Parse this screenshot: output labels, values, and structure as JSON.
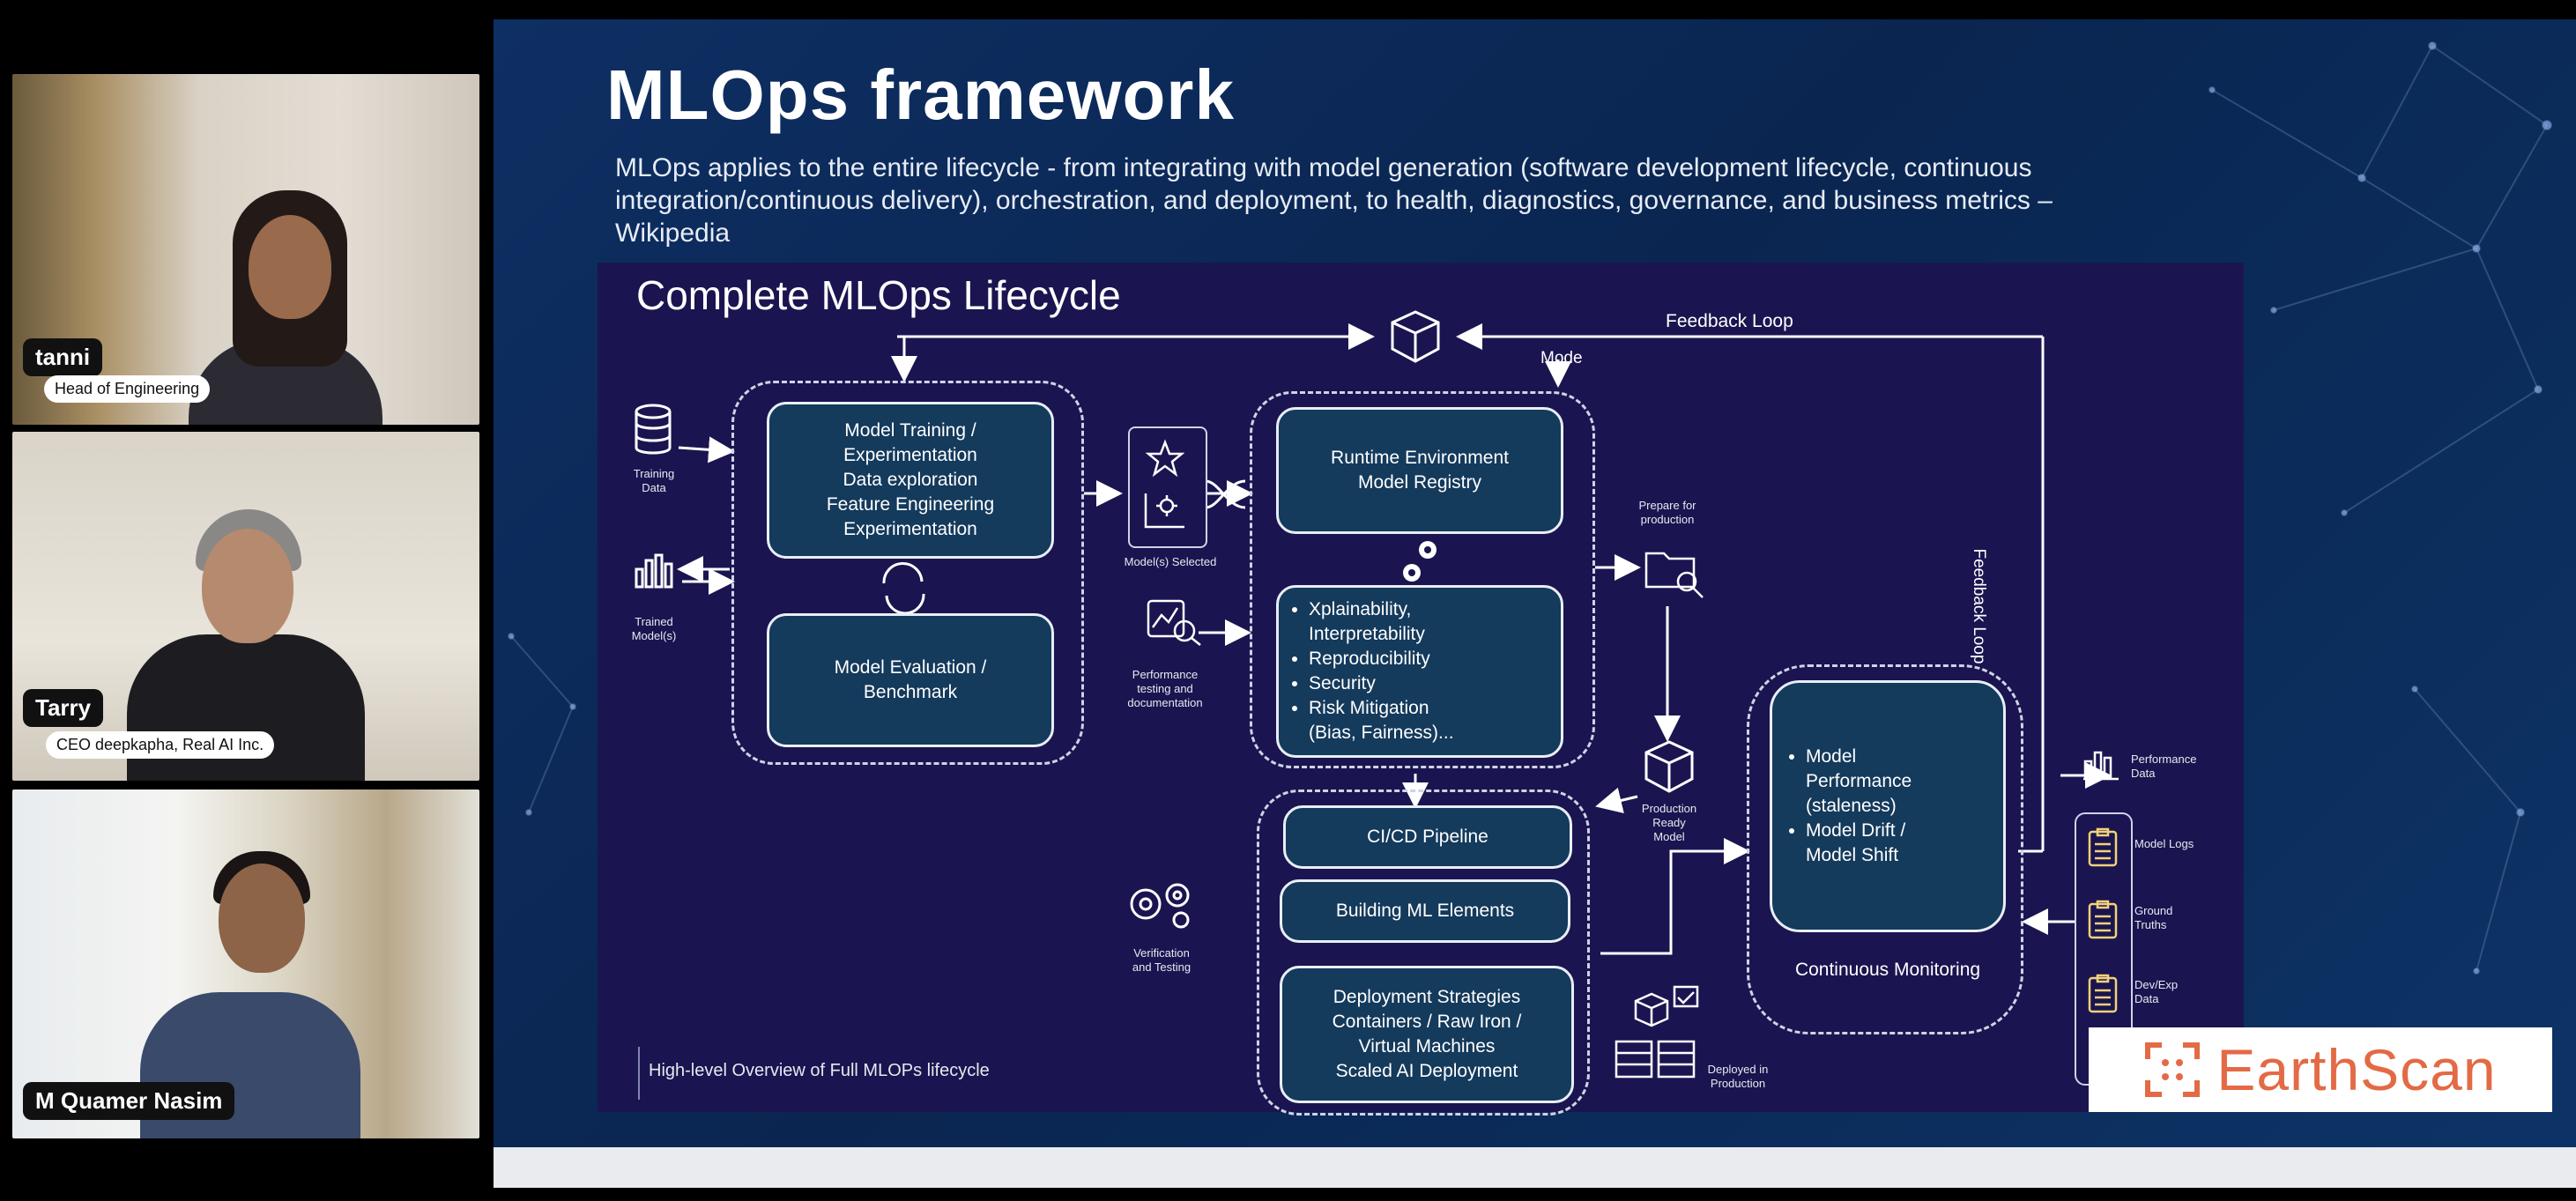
{
  "participants": [
    {
      "name": "tanni",
      "role": "Head of Engineering"
    },
    {
      "name": "Tarry",
      "role": "CEO deepkapha, Real AI Inc."
    },
    {
      "name": "M Quamer Nasim",
      "role": ""
    }
  ],
  "slide": {
    "title": "MLOps framework",
    "subtitle": "MLOps applies to the entire lifecycle - from integrating with model generation (software development lifecycle, continuous integration/continuous delivery), orchestration, and deployment, to health, diagnostics, governance, and business metrics – Wikipedia",
    "diagram": {
      "title": "Complete MLOps Lifecycle",
      "feedback_loop_top": "Feedback Loop",
      "feedback_loop_side": "Feedback Loop",
      "mode_label": "Mode",
      "training_data": "Training\nData",
      "trained_models": "Trained\nModel(s)",
      "box_training": "Model Training /\nExperimentation\nData exploration\nFeature Engineering\nExperimentation",
      "box_evaluation": "Model Evaluation /\nBenchmark",
      "models_selected": "Model(s) Selected",
      "performance_testing": "Performance\ntesting and\ndocumentation",
      "box_runtime": "Runtime Environment\nModel Registry",
      "bullets_governance": [
        "Xplainability,\nInterpretability",
        "Reproducibility",
        "Security",
        "Risk Mitigation\n(Bias, Fairness)..."
      ],
      "prepare_production": "Prepare for\nproduction",
      "production_ready": "Production\nReady\nModel",
      "box_cicd": "CI/CD Pipeline",
      "box_building": "Building ML Elements",
      "box_deployment": "Deployment Strategies\nContainers / Raw Iron /\nVirtual Machines\nScaled AI Deployment",
      "verification": "Verification\nand Testing",
      "deployed_production": "Deployed in\nProduction",
      "monitoring_bullets": [
        "Model\nPerformance\n(staleness)",
        "Model Drift /\nModel Shift"
      ],
      "continuous_monitoring": "Continuous Monitoring",
      "performance_data": "Performance\nData",
      "model_logs": "Model Logs",
      "ground_truth": "Ground\nTruths",
      "dev_exp_data": "Dev/Exp\nData",
      "footer_note": "High-level Overview of Full MLOPs lifecycle"
    },
    "brand": "EarthScan"
  },
  "colors": {
    "slide_bg": "#0b2d5c",
    "diagram_bg": "#1a1550",
    "box_fill": "#143a5c",
    "brand": "#e36a45"
  }
}
